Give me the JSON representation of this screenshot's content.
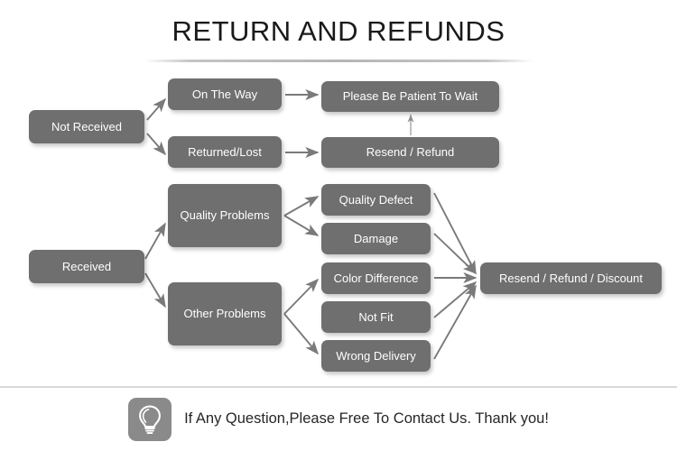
{
  "page": {
    "title": "RETURN AND REFUNDS",
    "background_color": "#ffffff",
    "node_color": "#6f6f6f",
    "node_text_color": "#ffffff",
    "arrow_color": "#7a7a7a",
    "divider_color": "#d8d8d8"
  },
  "flow": {
    "nodes": {
      "not_received": "Not Received",
      "on_the_way": "On The Way",
      "returned_lost": "Returned/Lost",
      "please_be_patient": "Please Be Patient To Wait",
      "resend_refund": "Resend / Refund",
      "received": "Received",
      "quality_problems": "Quality Problems",
      "other_problems": "Other Problems",
      "quality_defect": "Quality Defect",
      "damage": "Damage",
      "color_difference": "Color Difference",
      "not_fit": "Not Fit",
      "wrong_delivery": "Wrong Delivery",
      "resend_refund_discount": "Resend / Refund / Discount"
    }
  },
  "footer": {
    "icon": "lightbulb-icon",
    "message": "If Any Question,Please Free To Contact Us. Thank you!"
  }
}
